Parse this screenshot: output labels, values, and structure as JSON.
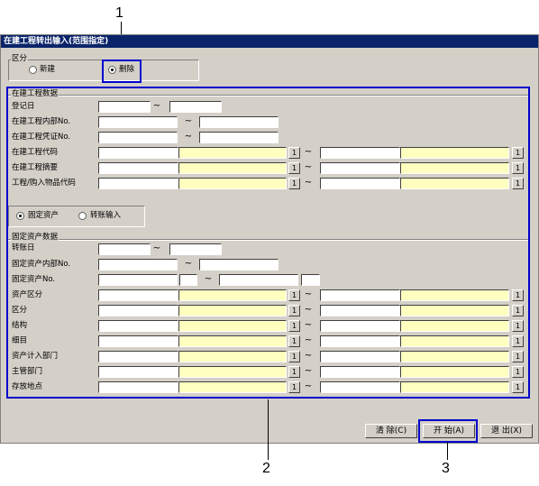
{
  "window": {
    "title": "在建工程转出输入(范围指定)"
  },
  "kubun": {
    "legend": "区分",
    "options": [
      {
        "label": "新建",
        "selected": false
      },
      {
        "label": "删除",
        "selected": true
      }
    ]
  },
  "cip_section": {
    "legend": "在建工程数据",
    "rows": [
      {
        "label": "登记日"
      },
      {
        "label": "在建工程内部No."
      },
      {
        "label": "在建工程凭证No."
      },
      {
        "label": "在建工程代码"
      },
      {
        "label": "在建工程摘要"
      },
      {
        "label": "工程/购入物品代码"
      }
    ]
  },
  "asset_type": {
    "options": [
      {
        "label": "固定资产",
        "selected": true
      },
      {
        "label": "转账输入",
        "selected": false
      }
    ]
  },
  "fa_section": {
    "legend": "固定资产数据",
    "rows": [
      {
        "label": "转账日"
      },
      {
        "label": "固定资产内部No."
      },
      {
        "label": "固定资产No."
      },
      {
        "label": "资产区分"
      },
      {
        "label": "区分"
      },
      {
        "label": "结构"
      },
      {
        "label": "细目"
      },
      {
        "label": "资产计入部门"
      },
      {
        "label": "主管部门"
      },
      {
        "label": "存放地点"
      }
    ]
  },
  "common": {
    "tilde": "~",
    "lookup": "1"
  },
  "buttons": {
    "clear": "清 除(C)",
    "start": "开 始(A)",
    "exit": "退 出(X)"
  },
  "callouts": {
    "c1": "1",
    "c2": "2",
    "c3": "3"
  },
  "colors": {
    "title_bg": "#0a246a",
    "highlight": "#0000cc",
    "required_field": "#ffffc0"
  }
}
